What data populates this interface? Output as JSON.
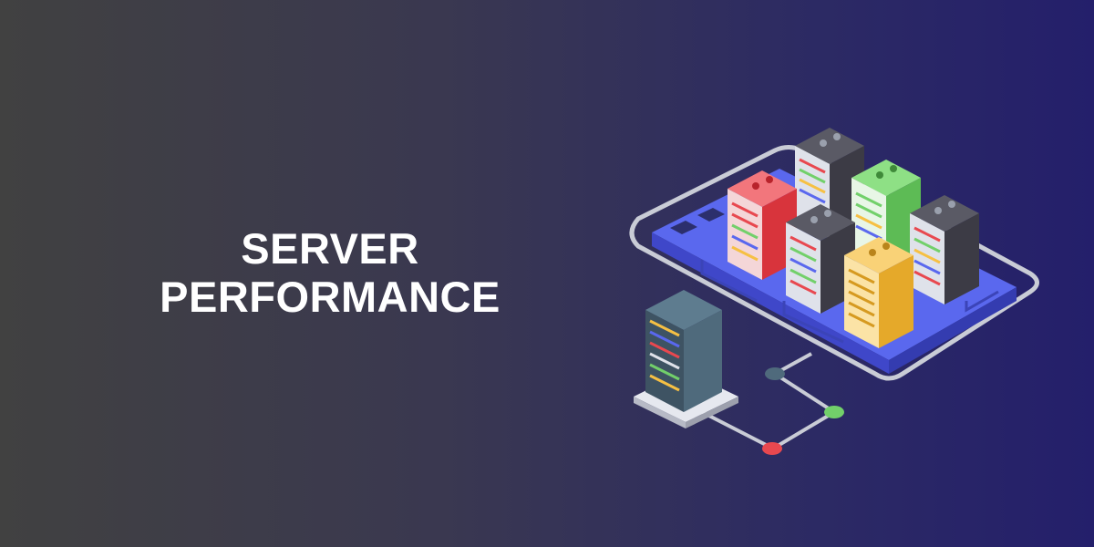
{
  "banner": {
    "title_lines": [
      "SERVER",
      "PERFORMANCE"
    ],
    "illustration": {
      "subject": "isometric-server-rack-cluster",
      "icons": [
        "server-rack-icon",
        "network-node-icon"
      ],
      "colors": {
        "background_left": "#414141",
        "background_right": "#241f6b",
        "platform": "#5a68ee",
        "rack_red": "#e8484f",
        "rack_green": "#72d06a",
        "rack_yellow": "#f6c043",
        "rack_dark": "#4b4a55",
        "rack_teal": "#4f6a7c",
        "connector_line": "#c9ccd6"
      }
    }
  }
}
